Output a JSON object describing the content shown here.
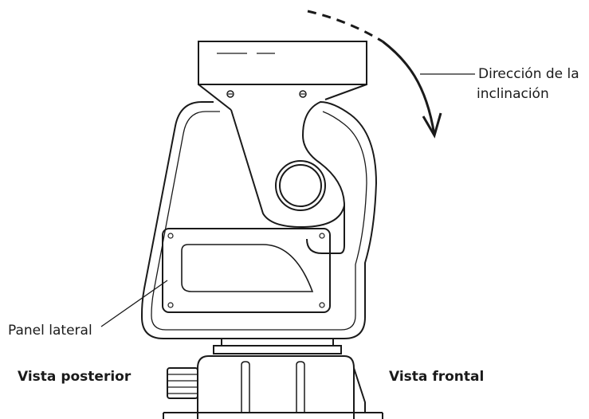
{
  "labels": {
    "tilt_direction_line1": "Dirección de la",
    "tilt_direction_line2": "inclinación",
    "side_panel": "Panel lateral",
    "rear_view": "Vista posterior",
    "front_view": "Vista frontal"
  },
  "colors": {
    "stroke": "#1a1a1a",
    "background": "#ffffff"
  }
}
